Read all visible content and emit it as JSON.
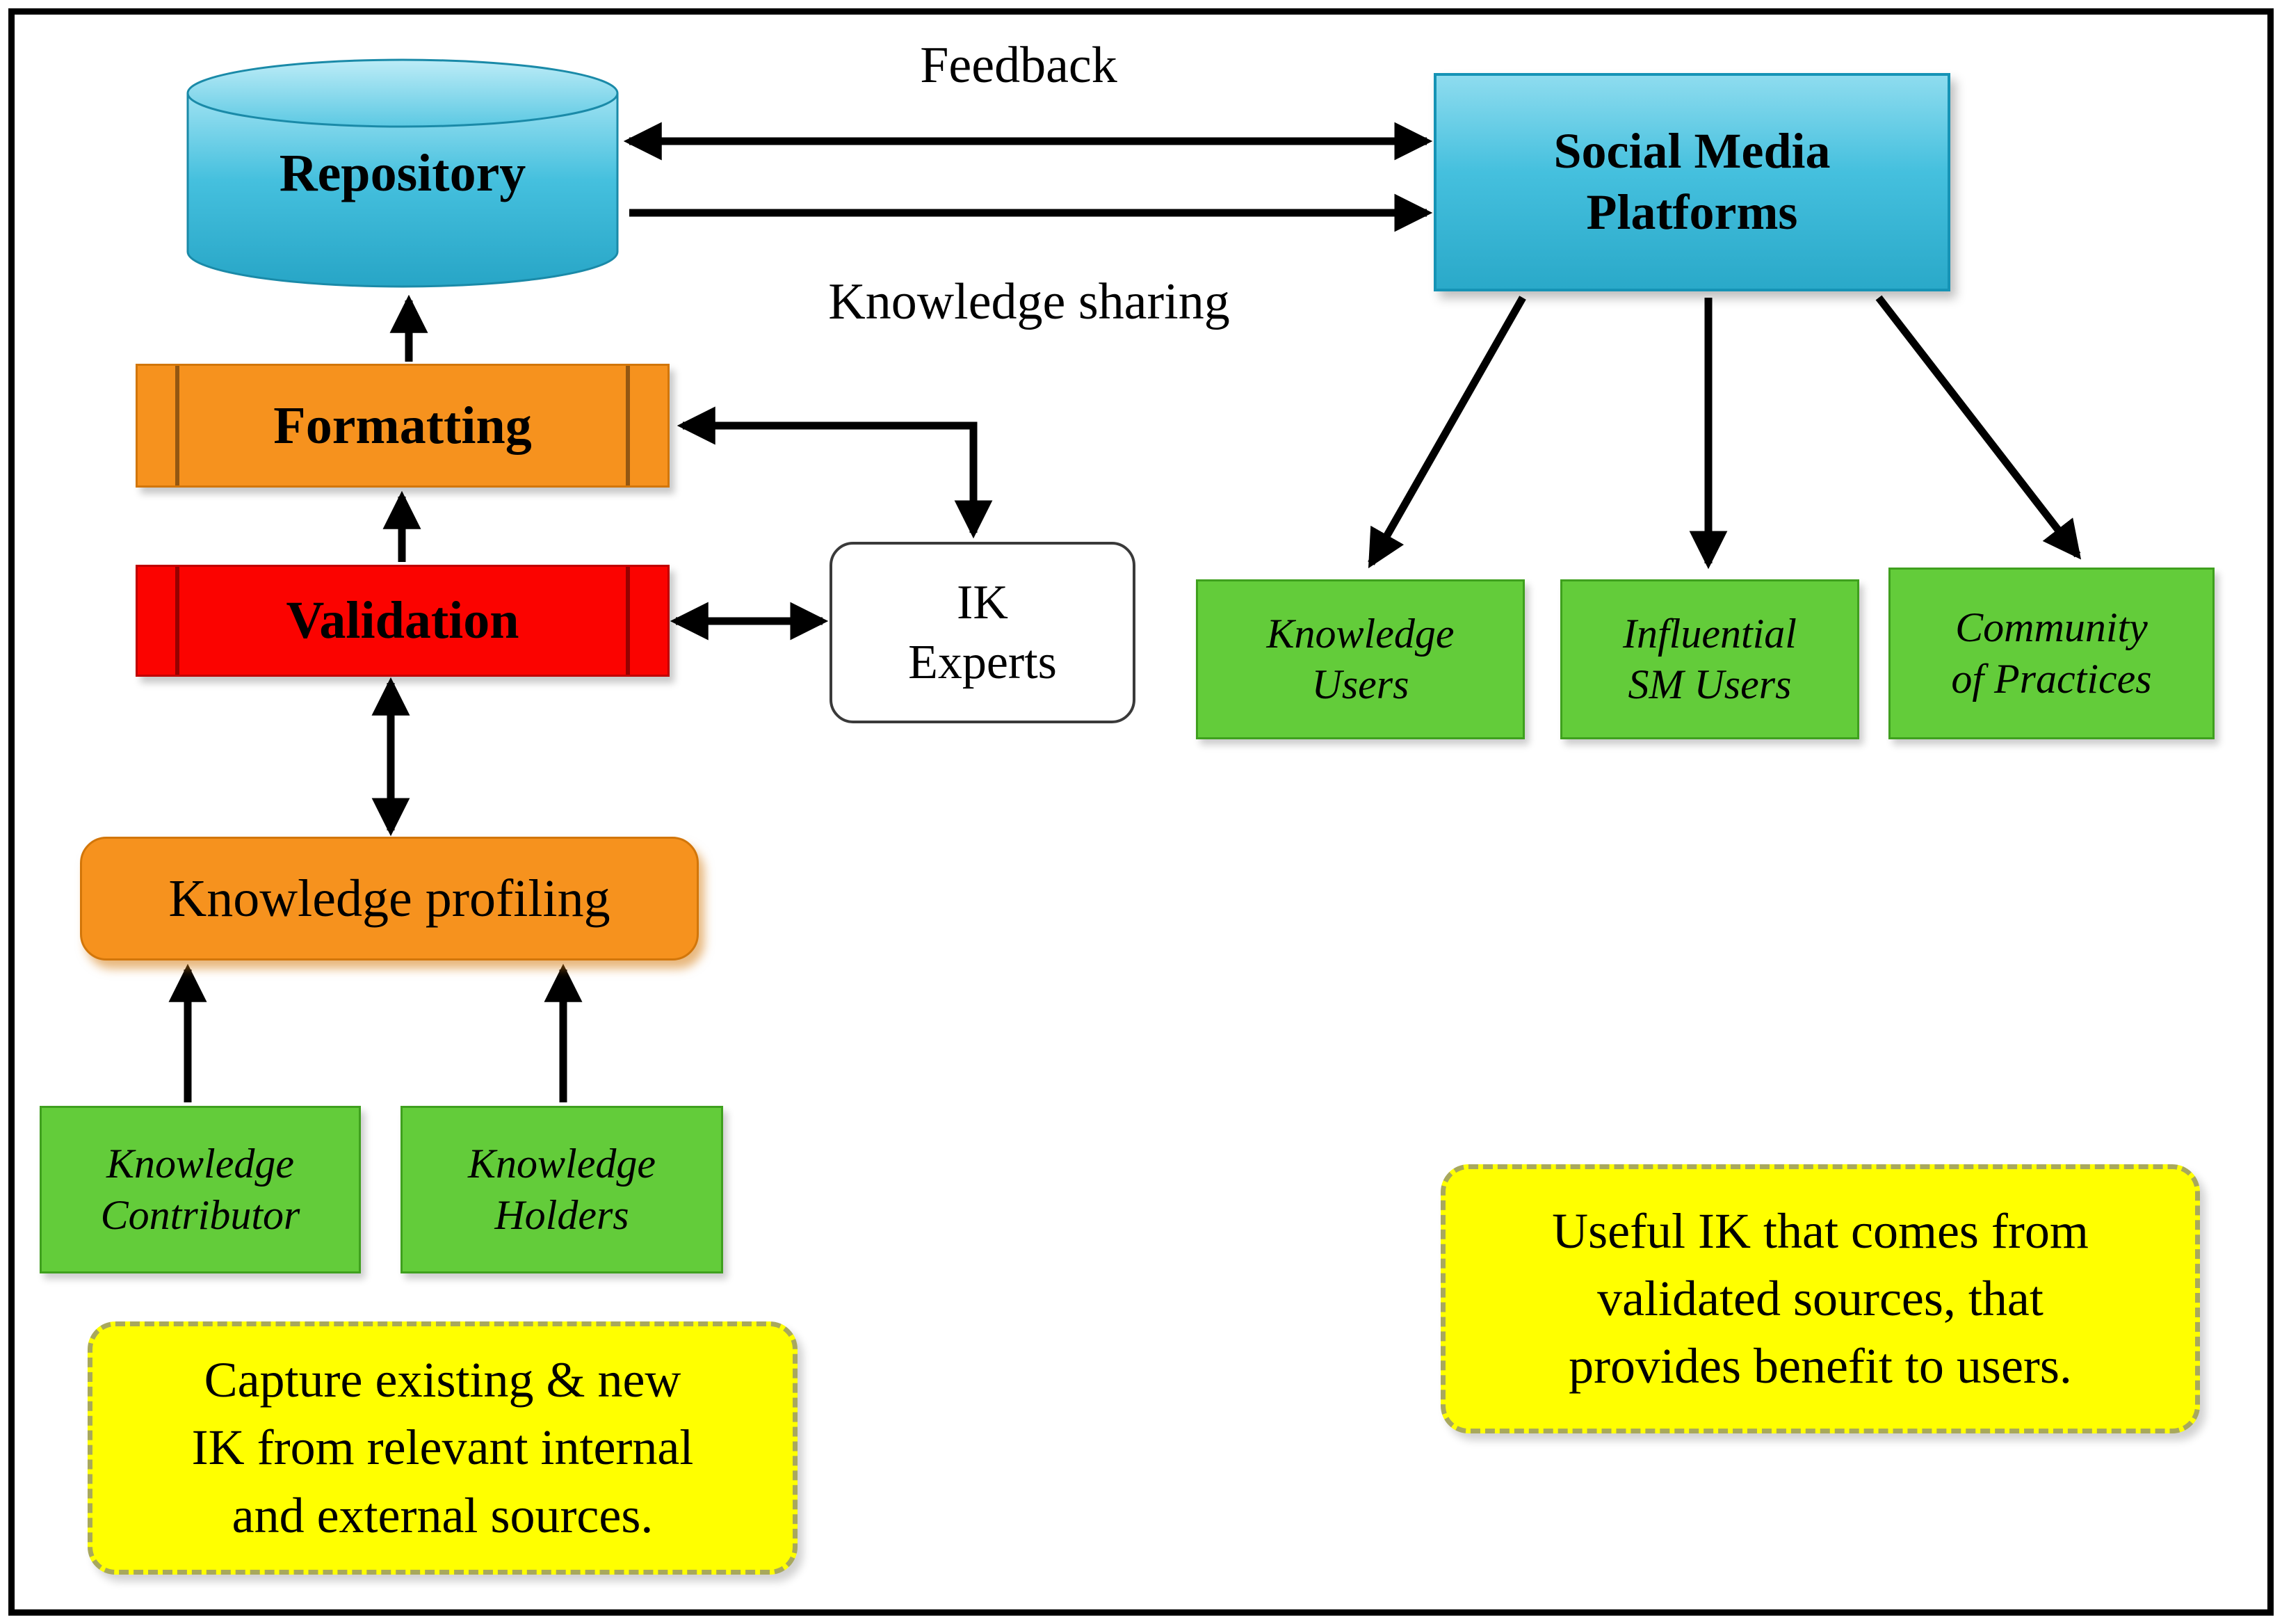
{
  "nodes": {
    "repository": {
      "label": "Repository"
    },
    "social_media_platforms": {
      "label": "Social Media\nPlatforms"
    },
    "formatting": {
      "label": "Formatting"
    },
    "validation": {
      "label": "Validation"
    },
    "ik_experts": {
      "label": "IK\nExperts"
    },
    "knowledge_profiling": {
      "label": "Knowledge profiling"
    },
    "knowledge_contributor": {
      "label": "Knowledge\nContributor"
    },
    "knowledge_holders": {
      "label": "Knowledge\nHolders"
    },
    "knowledge_users": {
      "label": "Knowledge\nUsers"
    },
    "influential_sm_users": {
      "label": "Influential\nSM Users"
    },
    "community_of_practices": {
      "label": "Community\nof Practices"
    }
  },
  "edges": {
    "feedback": {
      "label": "Feedback"
    },
    "knowledge_sharing": {
      "label": "Knowledge sharing"
    }
  },
  "notes": {
    "capture": {
      "text": "Capture existing & new\nIK from relevant internal\nand external sources."
    },
    "useful": {
      "text": "Useful IK that comes from\nvalidated sources, that\nprovides benefit to users."
    }
  },
  "colors": {
    "cyan": "#3FBEDD",
    "orange": "#F6921E",
    "red": "#FB0300",
    "green": "#63CC3A",
    "yellow": "#FFFF00",
    "arrow": "#000000",
    "border": "#000000"
  }
}
